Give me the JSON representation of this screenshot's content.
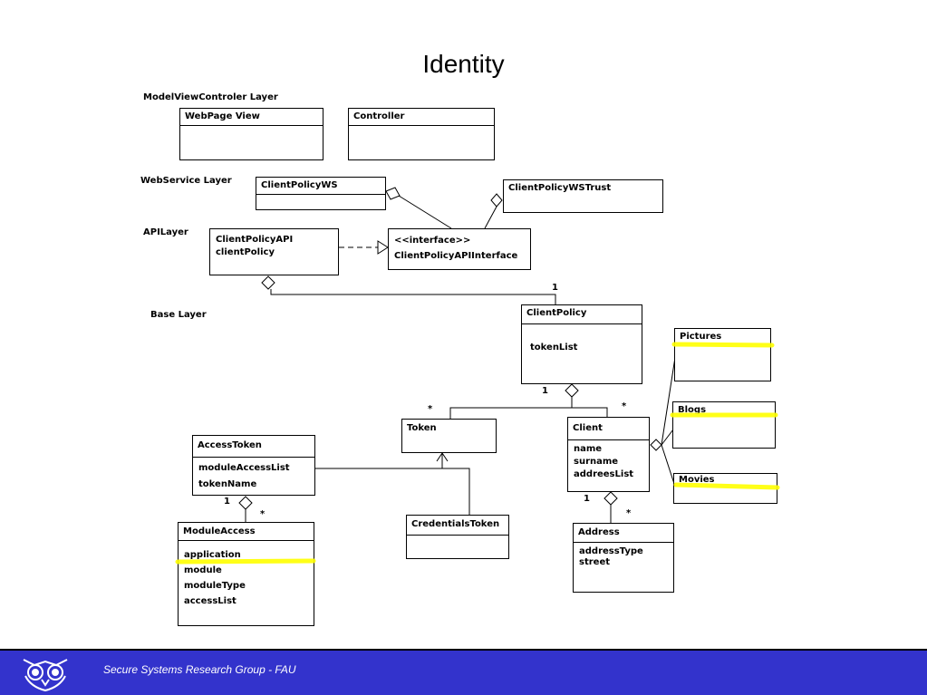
{
  "title": "Identity",
  "layers": {
    "mvc": "ModelViewControler Layer",
    "webservice": "WebService Layer",
    "api": "APILayer",
    "base": "Base Layer"
  },
  "classes": {
    "webpage_view": {
      "name": "WebPage View",
      "attrs": []
    },
    "controller": {
      "name": "Controller",
      "attrs": []
    },
    "client_policy_ws": {
      "name": "ClientPolicyWS",
      "attrs": []
    },
    "client_policy_ws_trust": {
      "name": "ClientPolicyWSTrust",
      "attrs": []
    },
    "client_policy_api": {
      "name": "ClientPolicyAPI",
      "attrs": [
        "clientPolicy"
      ]
    },
    "client_policy_api_interface": {
      "stereotype": "<<interface>>",
      "name": "ClientPolicyAPIInterface"
    },
    "client_policy": {
      "name": "ClientPolicy",
      "attrs": [
        "tokenList"
      ]
    },
    "pictures": {
      "name": "Pictures"
    },
    "blogs": {
      "name": "Blogs"
    },
    "movies": {
      "name": "Movies"
    },
    "token": {
      "name": "Token"
    },
    "client": {
      "name": "Client",
      "attrs": [
        "name",
        "surname",
        "addreesList"
      ]
    },
    "access_token": {
      "name": "AccessToken",
      "attrs": [
        "moduleAccessList",
        "tokenName"
      ]
    },
    "module_access": {
      "name": "ModuleAccess",
      "attrs": [
        "application",
        "module",
        "moduleType",
        "accessList"
      ]
    },
    "credentials_token": {
      "name": "CredentialsToken"
    },
    "address": {
      "name": "Address",
      "attrs": [
        "addressType",
        "street"
      ]
    }
  },
  "multiplicities": {
    "api_policy_one": "1",
    "policy_bottom_one": "1",
    "token_many": "*",
    "client_many": "*",
    "access_one": "1",
    "access_many": "*",
    "client_one": "1",
    "address_many": "*"
  },
  "highlight_color": "#ffff00",
  "footer": {
    "text": "Secure Systems Research Group - FAU",
    "bg": "#3333cc"
  }
}
